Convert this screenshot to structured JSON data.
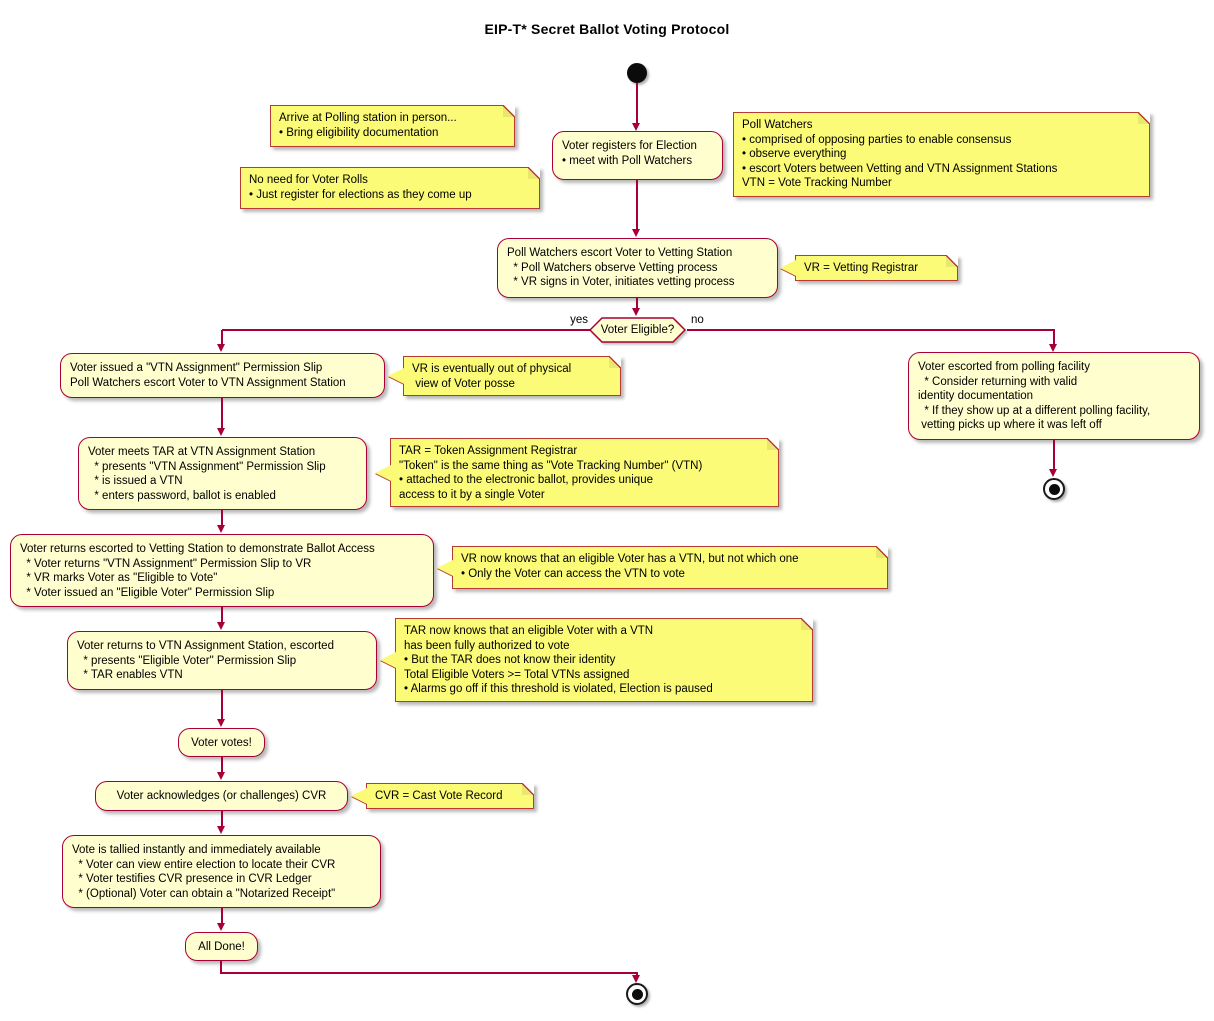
{
  "title": "EIP-T* Secret Ballot Voting Protocol",
  "colors": {
    "activity_fill": "#FEFECE",
    "activity_border": "#A80036",
    "note_fill": "#FBFB77",
    "note_border": "#B83A34",
    "arrow": "#A80036"
  },
  "decision": {
    "label": "Voter Eligible?",
    "yes": "yes",
    "no": "no"
  },
  "activities": {
    "register": {
      "lines": [
        "Voter registers for Election",
        "• meet with Poll Watchers"
      ]
    },
    "escort_vetting": {
      "lines": [
        "Poll Watchers escort Voter to Vetting Station",
        "  * Poll Watchers observe Vetting process",
        "  * VR signs in Voter, initiates vetting process"
      ]
    },
    "vtn_slip": {
      "lines": [
        "Voter issued a \"VTN Assignment\" Permission Slip",
        "Poll Watchers escort Voter to VTN Assignment Station"
      ]
    },
    "meets_tar": {
      "lines": [
        "Voter meets TAR at VTN Assignment Station",
        "  * presents \"VTN Assignment\" Permission Slip",
        "  * is issued a VTN",
        "  * enters password, ballot is enabled"
      ]
    },
    "returns_vetting": {
      "lines": [
        "Voter returns escorted to Vetting Station to demonstrate Ballot Access",
        "  * Voter returns \"VTN Assignment\" Permission Slip to VR",
        "  * VR marks Voter as \"Eligible to Vote\"",
        "  * Voter issued an \"Eligible Voter\" Permission Slip"
      ]
    },
    "returns_vtn": {
      "lines": [
        "Voter returns to VTN Assignment Station, escorted",
        "  * presents \"Eligible Voter\" Permission Slip",
        "  * TAR enables VTN"
      ]
    },
    "votes": {
      "lines": [
        "Voter votes!"
      ]
    },
    "acknowledges": {
      "lines": [
        "Voter acknowledges (or challenges) CVR"
      ]
    },
    "tallied": {
      "lines": [
        "Vote is tallied instantly and immediately available",
        "  * Voter can view entire election to locate their CVR",
        "  * Voter testifies CVR presence in CVR Ledger",
        "  * (Optional) Voter can obtain a \"Notarized Receipt\""
      ]
    },
    "all_done": {
      "lines": [
        "All Done!"
      ]
    },
    "escorted_out": {
      "lines": [
        "Voter escorted from polling facility",
        "  * Consider returning with valid",
        "identity documentation",
        "  * If they show up at a different polling facility,",
        " vetting picks up where it was left off"
      ]
    }
  },
  "notes": {
    "arrive": {
      "lines": [
        "Arrive at Polling station in person...",
        "• Bring eligibility documentation"
      ]
    },
    "no_rolls": {
      "lines": [
        "No need for Voter Rolls",
        "• Just register for elections as they come up"
      ]
    },
    "poll_watchers": {
      "lines": [
        "Poll Watchers",
        "• comprised of opposing parties to enable consensus",
        "• observe everything",
        "• escort Voters between Vetting and VTN Assignment Stations",
        "VTN = Vote Tracking Number"
      ]
    },
    "vr": {
      "lines": [
        "VR = Vetting Registrar"
      ]
    },
    "vr_view": {
      "lines": [
        "VR is eventually out of physical",
        " view of Voter posse"
      ]
    },
    "tar": {
      "lines": [
        "TAR = Token Assignment Registrar",
        "\"Token\" is the same thing as \"Vote Tracking Number\" (VTN)",
        "• attached to the electronic ballot, provides unique",
        "access to it by a single Voter"
      ]
    },
    "vr_knows": {
      "lines": [
        "VR now knows that an eligible Voter has a VTN, but not which one",
        "• Only the Voter can access the VTN to vote"
      ]
    },
    "tar_knows": {
      "lines": [
        "TAR now knows that an eligible Voter with a VTN",
        "has been fully authorized to vote",
        "• But the TAR does not know their identity",
        "Total Eligible Voters >= Total VTNs assigned",
        "• Alarms go off if this threshold is violated, Election is paused"
      ]
    },
    "cvr": {
      "lines": [
        "CVR = Cast Vote Record"
      ]
    }
  }
}
